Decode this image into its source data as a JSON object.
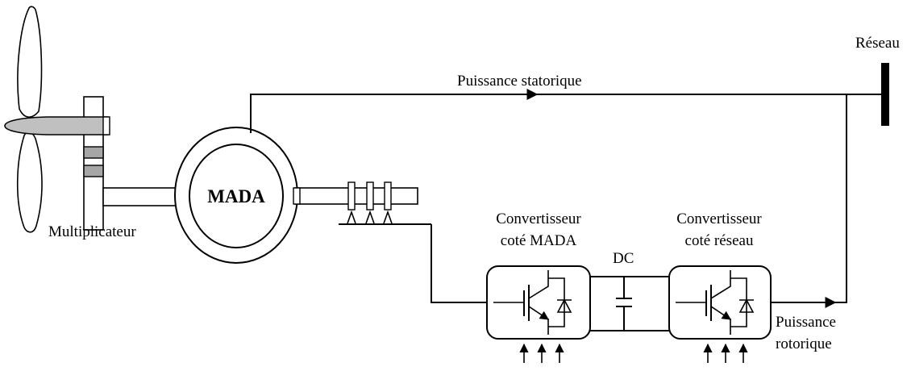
{
  "labels": {
    "grid": "Réseau",
    "stator_power": "Puissance statorique",
    "machine": "MADA",
    "gearbox": "Multiplicateur",
    "conv_mada_line1": "Convertisseur",
    "conv_mada_line2": "coté MADA",
    "dc_link": "DC",
    "conv_grid_line1": "Convertisseur",
    "conv_grid_line2": "coté réseau",
    "rotor_power_line1": "Puissance",
    "rotor_power_line2": "rotorique"
  },
  "colors": {
    "line": "#000000",
    "blade_fill": "#ffffff",
    "nacelle_fill": "#c0c0c0",
    "gear_band_fill": "#a6a6a6",
    "grid_bus_fill": "#000000",
    "background": "#ffffff"
  },
  "icons": [
    "wind-turbine-rotor-icon",
    "igbt-icon",
    "capacitor-icon",
    "slip-ring-icon",
    "grid-bus-icon"
  ]
}
